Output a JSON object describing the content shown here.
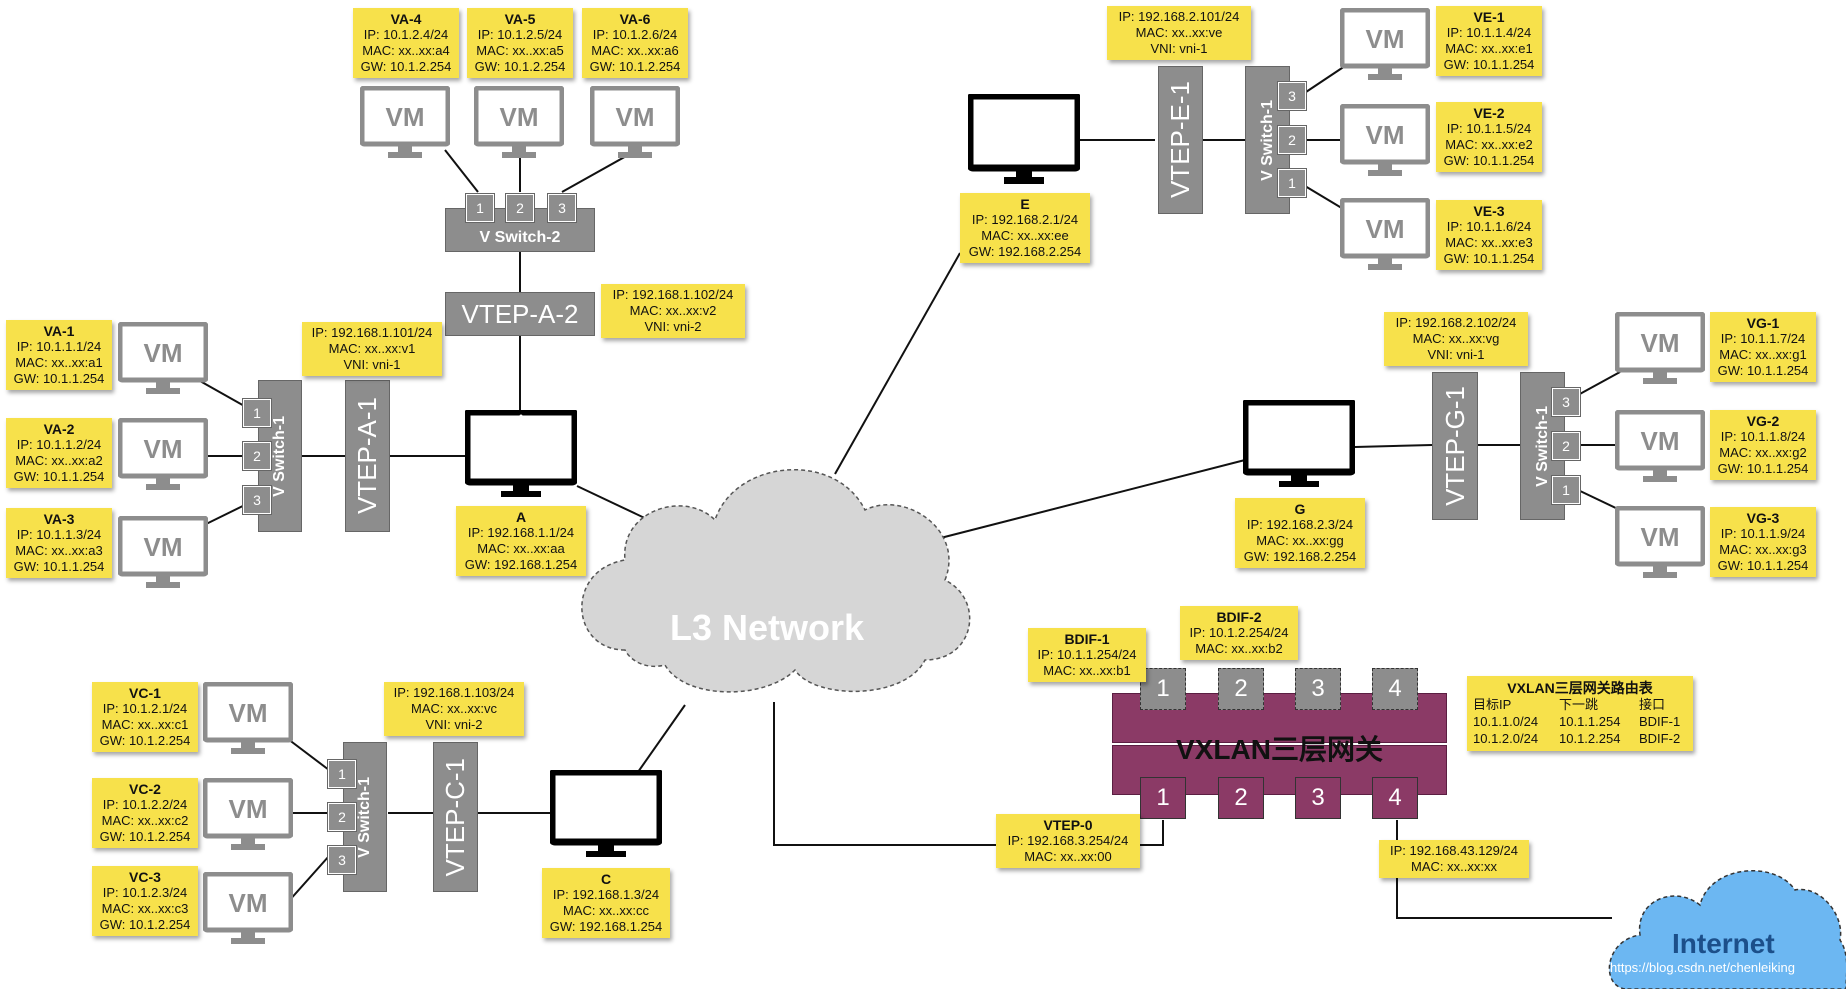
{
  "cloud": {
    "label": "L3 Network"
  },
  "internet": {
    "label": "Internet"
  },
  "watermark": "https://blog.csdn.net/chenleiking",
  "vm_label": "VM",
  "notes": {
    "va1": {
      "title": "VA-1",
      "ip": "IP: 10.1.1.1/24",
      "mac": "MAC: xx..xx:a1",
      "gw": "GW: 10.1.1.254"
    },
    "va2": {
      "title": "VA-2",
      "ip": "IP: 10.1.1.2/24",
      "mac": "MAC: xx..xx:a2",
      "gw": "GW: 10.1.1.254"
    },
    "va3": {
      "title": "VA-3",
      "ip": "IP: 10.1.1.3/24",
      "mac": "MAC: xx..xx:a3",
      "gw": "GW: 10.1.1.254"
    },
    "va4": {
      "title": "VA-4",
      "ip": "IP: 10.1.2.4/24",
      "mac": "MAC: xx..xx:a4",
      "gw": "GW: 10.1.2.254"
    },
    "va5": {
      "title": "VA-5",
      "ip": "IP: 10.1.2.5/24",
      "mac": "MAC: xx..xx:a5",
      "gw": "GW: 10.1.2.254"
    },
    "va6": {
      "title": "VA-6",
      "ip": "IP: 10.1.2.6/24",
      "mac": "MAC: xx..xx:a6",
      "gw": "GW: 10.1.2.254"
    },
    "vc1": {
      "title": "VC-1",
      "ip": "IP: 10.1.2.1/24",
      "mac": "MAC: xx..xx:c1",
      "gw": "GW: 10.1.2.254"
    },
    "vc2": {
      "title": "VC-2",
      "ip": "IP: 10.1.2.2/24",
      "mac": "MAC: xx..xx:c2",
      "gw": "GW: 10.1.2.254"
    },
    "vc3": {
      "title": "VC-3",
      "ip": "IP: 10.1.2.3/24",
      "mac": "MAC: xx..xx:c3",
      "gw": "GW: 10.1.2.254"
    },
    "ve1": {
      "title": "VE-1",
      "ip": "IP: 10.1.1.4/24",
      "mac": "MAC: xx..xx:e1",
      "gw": "GW: 10.1.1.254"
    },
    "ve2": {
      "title": "VE-2",
      "ip": "IP: 10.1.1.5/24",
      "mac": "MAC: xx..xx:e2",
      "gw": "GW: 10.1.1.254"
    },
    "ve3": {
      "title": "VE-3",
      "ip": "IP: 10.1.1.6/24",
      "mac": "MAC: xx..xx:e3",
      "gw": "GW: 10.1.1.254"
    },
    "vg1": {
      "title": "VG-1",
      "ip": "IP: 10.1.1.7/24",
      "mac": "MAC: xx..xx:g1",
      "gw": "GW: 10.1.1.254"
    },
    "vg2": {
      "title": "VG-2",
      "ip": "IP: 10.1.1.8/24",
      "mac": "MAC: xx..xx:g2",
      "gw": "GW: 10.1.1.254"
    },
    "vg3": {
      "title": "VG-3",
      "ip": "IP: 10.1.1.9/24",
      "mac": "MAC: xx..xx:g3",
      "gw": "GW: 10.1.1.254"
    },
    "hostA": {
      "title": "A",
      "ip": "IP: 192.168.1.1/24",
      "mac": "MAC: xx..xx:aa",
      "gw": "GW: 192.168.1.254"
    },
    "hostC": {
      "title": "C",
      "ip": "IP: 192.168.1.3/24",
      "mac": "MAC: xx..xx:cc",
      "gw": "GW: 192.168.1.254"
    },
    "hostE": {
      "title": "E",
      "ip": "IP: 192.168.2.1/24",
      "mac": "MAC: xx..xx:ee",
      "gw": "GW: 192.168.2.254"
    },
    "hostG": {
      "title": "G",
      "ip": "IP: 192.168.2.3/24",
      "mac": "MAC: xx..xx:gg",
      "gw": "GW: 192.168.2.254"
    },
    "vtepA1": {
      "ip": "IP: 192.168.1.101/24",
      "mac": "MAC: xx..xx:v1",
      "vni": "VNI: vni-1"
    },
    "vtepA2": {
      "ip": "IP: 192.168.1.102/24",
      "mac": "MAC: xx..xx:v2",
      "vni": "VNI: vni-2"
    },
    "vtepC1": {
      "ip": "IP: 192.168.1.103/24",
      "mac": "MAC: xx..xx:vc",
      "vni": "VNI: vni-2"
    },
    "vtepE1": {
      "ip": "IP: 192.168.2.101/24",
      "mac": "MAC: xx..xx:ve",
      "vni": "VNI: vni-1"
    },
    "vtepG1": {
      "ip": "IP: 192.168.2.102/24",
      "mac": "MAC: xx..xx:vg",
      "vni": "VNI: vni-1"
    },
    "bdif1": {
      "title": "BDIF-1",
      "ip": "IP: 10.1.1.254/24",
      "mac": "MAC: xx..xx:b1"
    },
    "bdif2": {
      "title": "BDIF-2",
      "ip": "IP: 10.1.2.254/24",
      "mac": "MAC: xx..xx:b2"
    },
    "vtep0": {
      "title": "VTEP-0",
      "ip": "IP: 192.168.3.254/24",
      "mac": "MAC: xx..xx:00"
    },
    "uplink": {
      "ip": "IP: 192.168.43.129/24",
      "mac": "MAC: xx..xx:xx"
    }
  },
  "route_table": {
    "title": "VXLAN三层网关路由表",
    "headers": [
      "目标IP",
      "下一跳",
      "接口"
    ],
    "rows": [
      [
        "10.1.1.0/24",
        "10.1.1.254",
        "BDIF-1"
      ],
      [
        "10.1.2.0/24",
        "10.1.2.254",
        "BDIF-2"
      ]
    ]
  },
  "devices": {
    "vswitch_a1": "V Switch-1",
    "vswitch_a2": "V Switch-2",
    "vswitch_c1": "V Switch-1",
    "vswitch_e1": "V Switch-1",
    "vswitch_g1": "V Switch-1",
    "vtep_a1": "VTEP-A-1",
    "vtep_a2": "VTEP-A-2",
    "vtep_c1": "VTEP-C-1",
    "vtep_e1": "VTEP-E-1",
    "vtep_g1": "VTEP-G-1",
    "gateway": "VXLAN三层网关"
  },
  "ports": {
    "p1": "1",
    "p2": "2",
    "p3": "3",
    "p4": "4"
  },
  "colors": {
    "note": "#f7e14b",
    "device": "#8d8d8d",
    "gateway": "#8b3a66",
    "cloud": "#d6d6d6",
    "internet": "#6cb7f2"
  }
}
